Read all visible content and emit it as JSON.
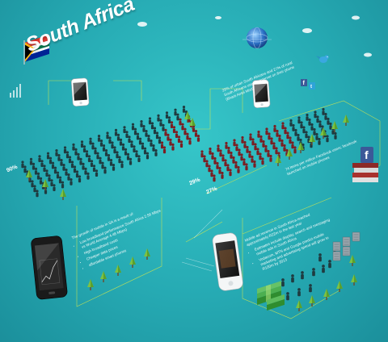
{
  "country": "South Africa",
  "colors": {
    "background": "#27adb5",
    "figure_dark": "#1f3b40",
    "figure_red": "#7a1f23",
    "line": "#d6e84a",
    "tree_green": "#7dc142"
  },
  "stats": {
    "left_percent": "90%",
    "right_percent_a": "29%",
    "right_percent_b": "27%"
  },
  "notes": {
    "top_right": "29% of urban South Africans and 27% of rural South Africans use the Internet on their phone (Bharti Airtel Mixit)",
    "facebook": "74 Items per million Facebook users; facebook launched on mobile phones",
    "growth_title": "The growth of mobile in SA is a result of:",
    "growth_items": [
      "Low broadband performance South Africa 2.56 Mbps vs World Average 4.48 Mbps)",
      "High broadband costs",
      "Cheaper data prices",
      "affordable smart phones"
    ],
    "bottom_right_intro": "Mobile ad revenue in South Africa reached approximately R22m in the last year",
    "bottom_right_items": [
      "Estimates include display, search and messaging mobile ads in South Africa",
      "Vodacom, MTN and Google predict mobile marketing and advertising spend will grow to R100m by 2013"
    ]
  },
  "icons": [
    "flag-icon",
    "globe-icon",
    "twitter-bird-icon",
    "facebook-icon",
    "smartphone-icon",
    "tablet-phone-icon",
    "server-icon",
    "money-stack-icon",
    "tree-icon",
    "books-icon"
  ]
}
